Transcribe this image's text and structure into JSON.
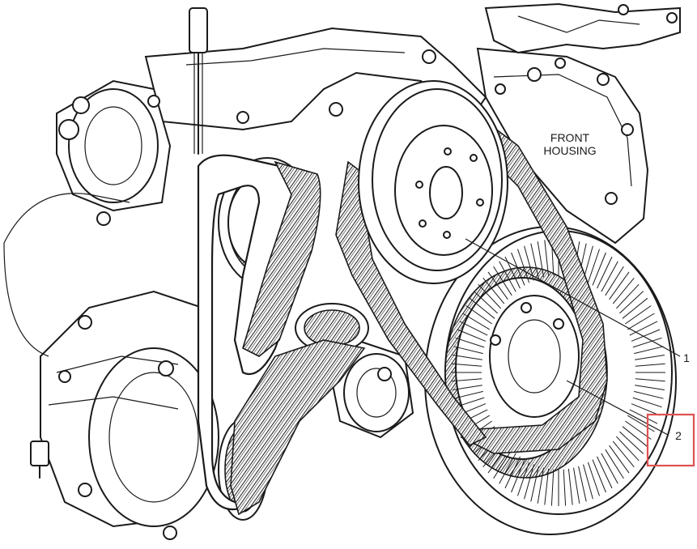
{
  "diagram": {
    "housing_label_line1": "FRONT",
    "housing_label_line2": "HOUSING",
    "callouts": [
      {
        "id": "1",
        "text": "1"
      },
      {
        "id": "2",
        "text": "2"
      }
    ],
    "highlight_color": "#e05050",
    "line_color": "#1a1a1a"
  }
}
